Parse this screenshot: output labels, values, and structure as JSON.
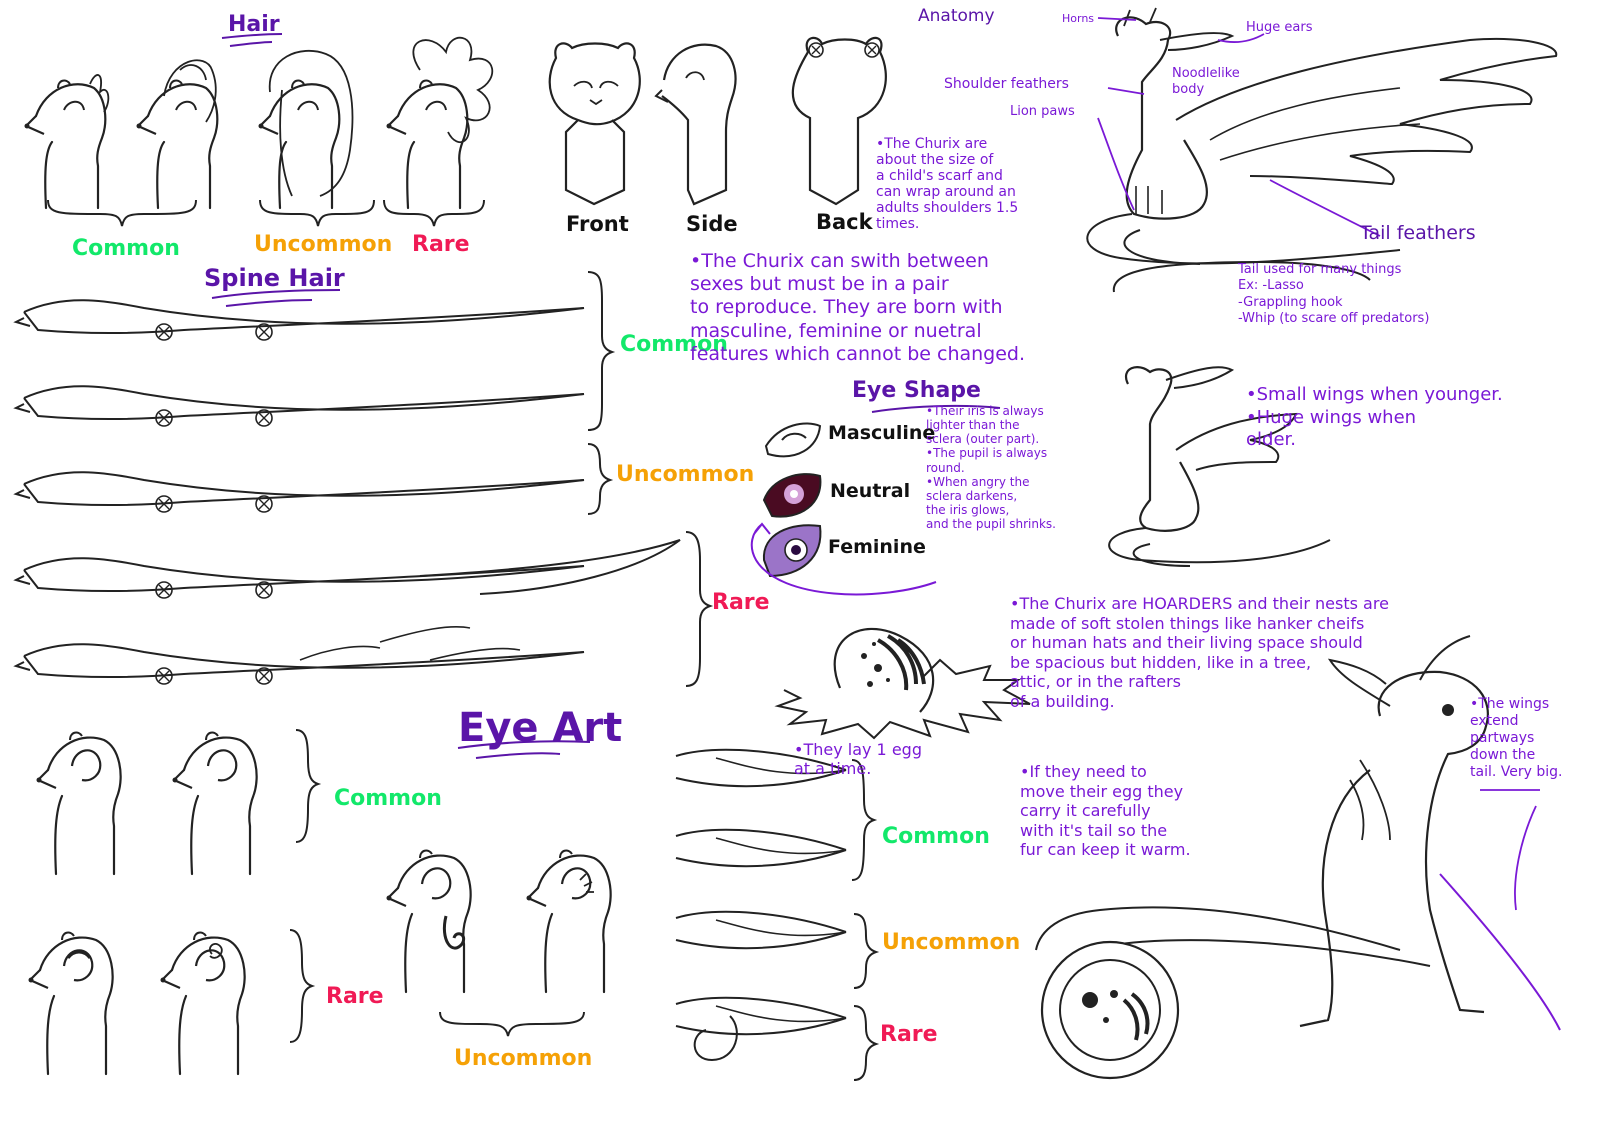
{
  "colors": {
    "common": "#12e86a",
    "uncommon": "#f5a106",
    "rare": "#f01a55",
    "note": "#7a19d6",
    "header": "#5a15a8",
    "line": "#222222"
  },
  "hair": {
    "title": "Hair",
    "common": "Common",
    "uncommon": "Uncommon",
    "rare": "Rare"
  },
  "views": {
    "front": "Front",
    "side": "Side",
    "back": "Back"
  },
  "spine_hair": {
    "title": "Spine Hair",
    "common": "Common",
    "uncommon": "Uncommon",
    "rare": "Rare"
  },
  "eye_art": {
    "title": "Eye Art",
    "common": "Common",
    "rare": "Rare",
    "uncommon": "Uncommon"
  },
  "tail_tips": {
    "common": "Common",
    "uncommon": "Uncommon",
    "rare": "Rare"
  },
  "anatomy": {
    "title": "Anatomy",
    "horns": "Horns",
    "huge_ears": "Huge ears",
    "shoulder_feathers": "Shoulder feathers",
    "noodle_body": "Noodlelike\nbody",
    "lion_paws": "Lion paws",
    "tail_feathers": "Tail feathers",
    "size_note": "•The Churix are\nabout the size of\na child's scarf and\ncan wrap around an\nadults shoulders 1.5\ntimes.",
    "tail_uses": "Tail used for many things\nEx: -Lasso\n      -Grappling hook\n      -Whip (to scare off predators)"
  },
  "sexes_note": "•The Churix can swith between\n sexes but must be in a pair\n to reproduce. They are born with\n    masculine, feminine or nuetral\n features which cannot be changed.",
  "eye_shape": {
    "title": "Eye Shape",
    "masculine": "Masculine",
    "neutral": "Neutral",
    "feminine": "Feminine",
    "notes": "•Their iris is always\n lighter than the\n sclera (outer part).\n•The pupil is always\n round.\n•When angry the\n sclera darkens,\n the iris glows,\n and the pupil shrinks."
  },
  "wings_note": "•Small wings when younger.\n  •Huge wings when\n  older.",
  "hoarders_note": "•The Churix are HOARDERS and their nests are\n   made of soft stolen things like hanker cheifs\n   or human hats and their living space should\n   be spacious but hidden, like in a tree,\n   attic, or in the rafters\n   of a building.",
  "egg_note": "•They lay 1 egg\n  at a time.",
  "carry_note": "•If they need to\n move their egg they\n carry it carefully\n with it's tail so the\n fur can keep it warm.",
  "wings_extend_note": "•The wings\n extend\n partways\n down the\n tail. Very big."
}
